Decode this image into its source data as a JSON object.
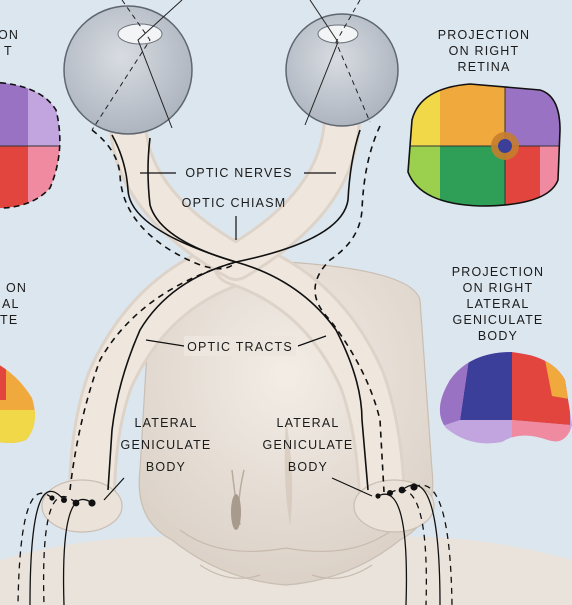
{
  "labels": {
    "optic_nerves": "OPTIC NERVES",
    "optic_chiasm": "OPTIC CHIASM",
    "optic_tracts": "OPTIC TRACTS",
    "left_lgb": [
      "LATERAL",
      "GENICULATE",
      "BODY"
    ],
    "right_lgb": [
      "LATERAL",
      "GENICULATE",
      "BODY"
    ],
    "projection_retina": [
      "PROJECTION",
      "ON RIGHT",
      "RETINA"
    ],
    "projection_lgb": [
      "PROJECTION",
      "ON RIGHT",
      "LATERAL",
      "GENICULATE",
      "BODY"
    ],
    "left_edge_top": [
      "ON",
      "T"
    ],
    "left_edge_mid": [
      "ON",
      "AL",
      "TE"
    ]
  },
  "colors": {
    "background": "#dce6ee",
    "tissue": "#ece4dc",
    "nerve": "#efe7de",
    "eyeball": "#c9ced6",
    "yellow": "#f1d848",
    "orange": "#efa93c",
    "purple": "#9a72c4",
    "green": "#2f9f58",
    "red": "#e2453e",
    "pink": "#ef8aa0",
    "blue": "#3b3f9a",
    "lavender": "#c2a4de"
  }
}
